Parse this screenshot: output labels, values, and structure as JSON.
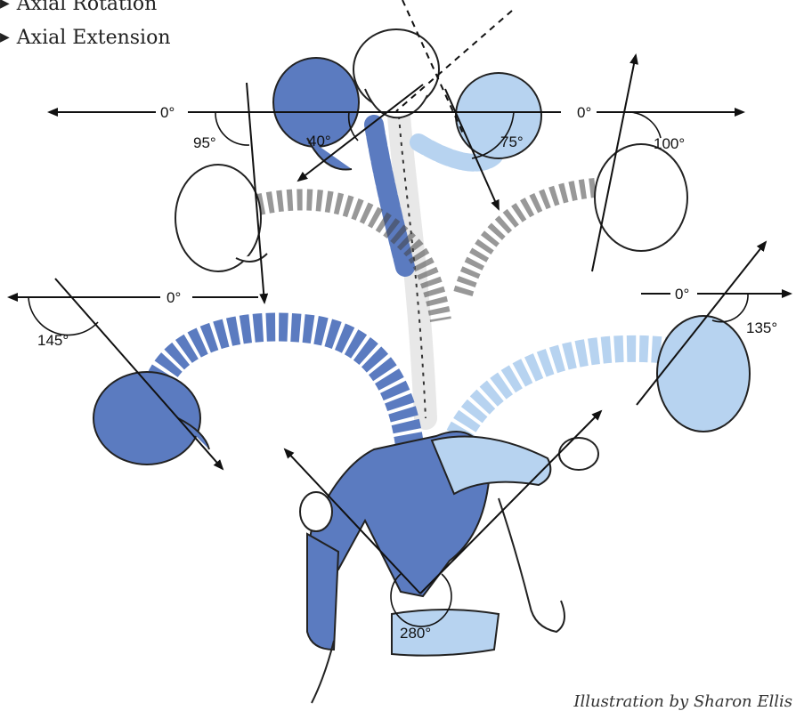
{
  "legend": {
    "items": [
      {
        "label": "Axial Rotation"
      },
      {
        "label": "Axial Extension"
      }
    ]
  },
  "angles": {
    "top_left_zero": "0°",
    "top_right_zero": "0°",
    "mid_left_zero": "0°",
    "mid_right_zero": "0°",
    "a95": "95°",
    "a40": "40°",
    "a75": "75°",
    "a100": "100°",
    "a145": "145°",
    "a135": "135°",
    "a280": "280°"
  },
  "credit": "Illustration by Sharon Ellis",
  "colors": {
    "dark_blue": "#5b7bc0",
    "light_blue": "#b7d3f0",
    "outline": "#222222",
    "bone_white": "#ffffff"
  }
}
